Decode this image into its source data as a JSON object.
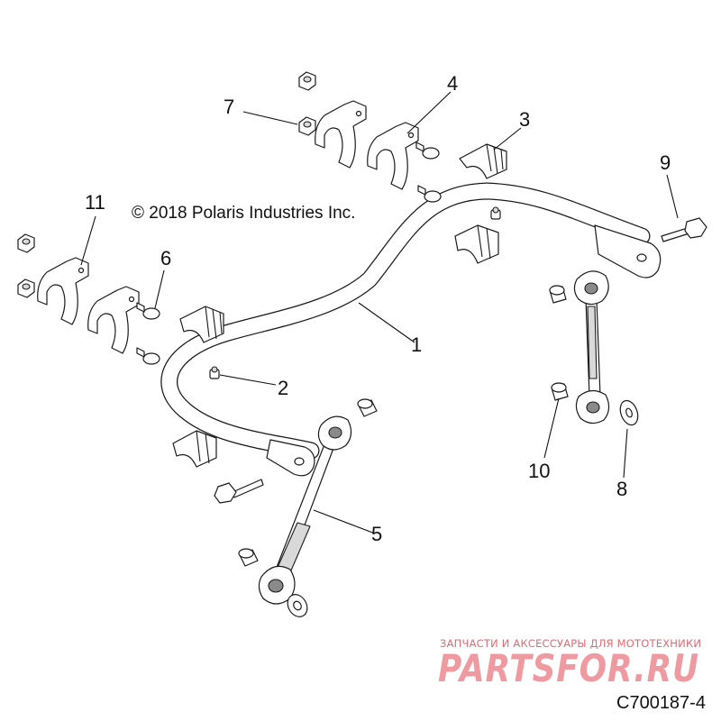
{
  "copyright": "© 2018 Polaris Industries Inc.",
  "figure_ref": "C700187-4",
  "watermark": {
    "tagline": "ЗАПЧАСТИ И АКСЕССУАРЫ ДЛЯ МОТОТЕХНИКИ",
    "brand": "PARTSFOR.RU"
  },
  "callouts": [
    "1",
    "2",
    "3",
    "4",
    "5",
    "6",
    "7",
    "8",
    "9",
    "10",
    "11"
  ]
}
